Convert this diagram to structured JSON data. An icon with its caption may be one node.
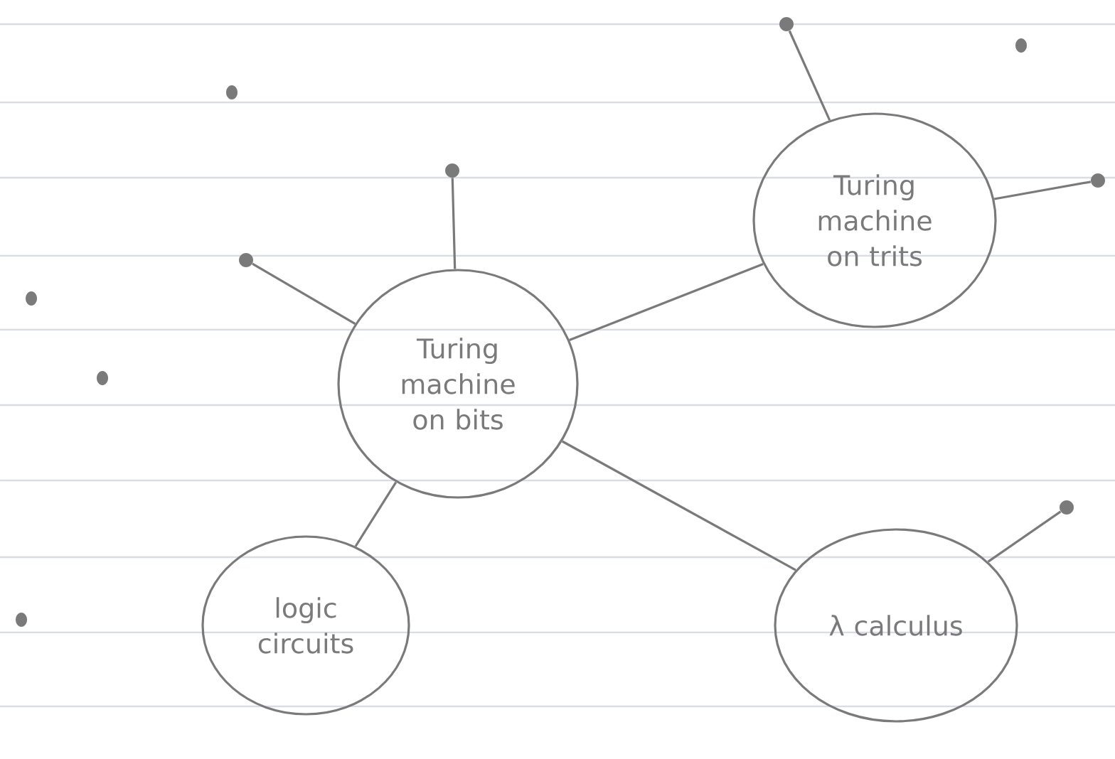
{
  "diagram": {
    "nodes": [
      {
        "text": [
          "Turing machine on bits"
        ]
      },
      {
        "text": [
          "Turing machine on trits"
        ]
      },
      {
        "text": [
          "logic circuits"
        ]
      },
      {
        "text": [
          "λ calculus"
        ]
      },
      {
        "text": [],
        "shape": "circle"
      },
      {
        "text": [],
        "shape": "circle"
      },
      {
        "text": [],
        "shape": "circle"
      },
      {
        "text": [],
        "shape": "circle"
      },
      {
        "text": [],
        "shape": "circle"
      }
    ],
    "edges": [
      {
        "from": 0,
        "to": 1,
        "arrow": "none"
      },
      {
        "from": 0,
        "to": 2,
        "arrow": "none"
      },
      {
        "from": 0,
        "to": 3,
        "arrow": "none"
      },
      {
        "from": 4,
        "to": 0,
        "arrow": "none"
      },
      {
        "from": 5,
        "to": 0,
        "arrow": "none"
      },
      {
        "from": 6,
        "to": 1,
        "arrow": "none"
      },
      {
        "from": 7,
        "to": 1,
        "arrow": "none"
      },
      {
        "from": 8,
        "to": 3,
        "arrow": "none"
      }
    ]
  }
}
